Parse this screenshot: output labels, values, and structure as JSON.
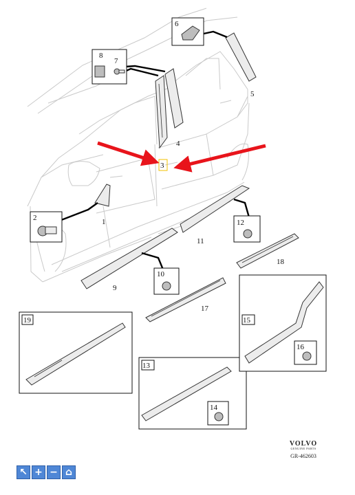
{
  "callouts": {
    "c1": "1",
    "c2": "2",
    "c3": "3",
    "c4": "4",
    "c5": "5",
    "c6": "6",
    "c7": "7",
    "c8": "8",
    "c9": "9",
    "c10": "10",
    "c11": "11",
    "c12": "12",
    "c13": "13",
    "c14": "14",
    "c15": "15",
    "c16": "16",
    "c17": "17",
    "c18": "18",
    "c19": "19"
  },
  "brand": {
    "logo": "VOLVO",
    "subtitle": "GENUINE PARTS",
    "reference": "GR-462603"
  },
  "colors": {
    "highlight_arrow": "#e8141b",
    "toolbar_button": "#4f87d6",
    "highlight_box": "#f2c200"
  },
  "toolbar": {
    "buttons": [
      {
        "icon": "pointer-icon",
        "glyph": "↖"
      },
      {
        "icon": "zoom-in-icon",
        "glyph": "+"
      },
      {
        "icon": "zoom-out-icon",
        "glyph": "−"
      },
      {
        "icon": "home-icon",
        "glyph": "⌂"
      }
    ]
  }
}
